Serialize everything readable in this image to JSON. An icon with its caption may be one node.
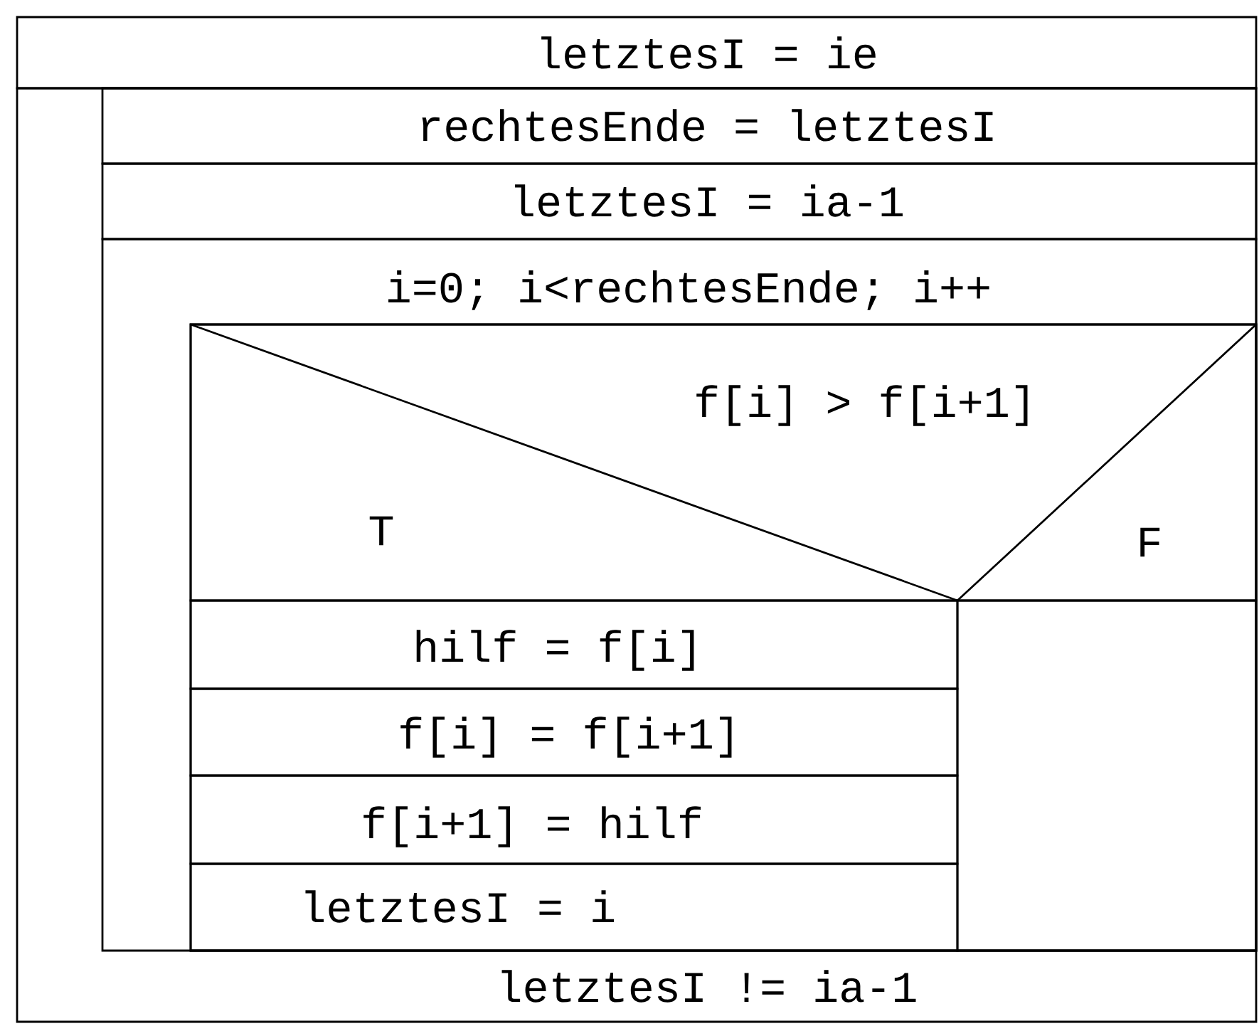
{
  "diagram": {
    "nodes": [
      {
        "text": [
          "letztesI = ie"
        ]
      },
      {
        "text": [
          "letztesI != ia-1"
        ]
      },
      {
        "text": [
          "rechtesEnde = letztesI"
        ],
        "in": 1
      },
      {
        "text": [
          "letztesI = ia-1"
        ],
        "in": 1
      },
      {
        "text": [
          "i=0; i<rechtesEnde; i++"
        ],
        "in": 1
      },
      {
        "text": [
          "f[i] > f[i+1]",
          "T",
          "F"
        ],
        "in": 4
      },
      {
        "text": [
          "hilf = f[i]"
        ],
        "in": 5
      },
      {
        "text": [
          "f[i] = f[i+1]"
        ],
        "in": 5
      },
      {
        "text": [
          "f[i+1] = hilf"
        ],
        "in": 5
      },
      {
        "text": [
          "letztesI = i"
        ],
        "in": 5
      },
      {
        "text": [],
        "shape": "box",
        "in": 5
      }
    ]
  }
}
